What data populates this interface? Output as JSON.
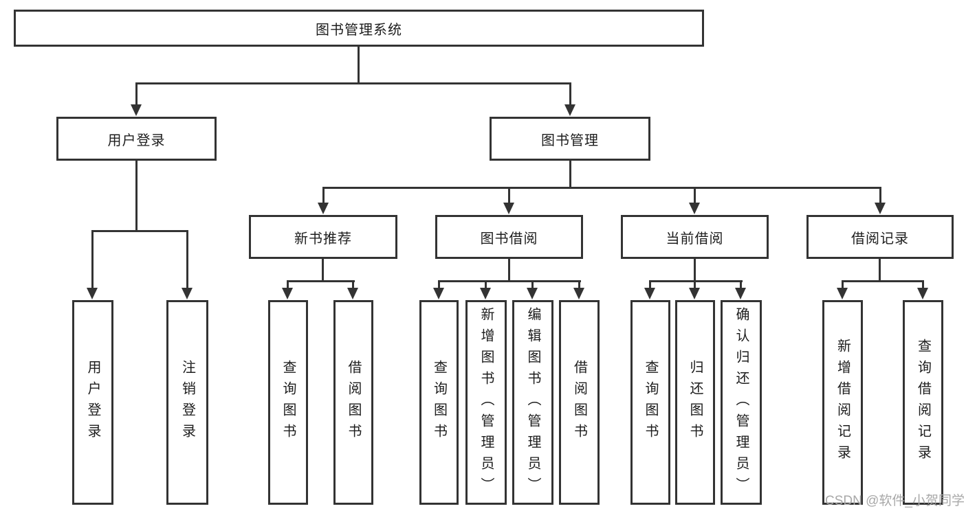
{
  "diagram": {
    "type": "hierarchy",
    "orientation": "top-down"
  },
  "tree": {
    "root": {
      "label": "图书管理系统",
      "children": [
        {
          "label": "用户登录",
          "children": [
            {
              "label": "用户登录"
            },
            {
              "label": "注销登录"
            }
          ]
        },
        {
          "label": "图书管理",
          "children": [
            {
              "label": "新书推荐",
              "children": [
                {
                  "label": "查询图书"
                },
                {
                  "label": "借阅图书"
                }
              ]
            },
            {
              "label": "图书借阅",
              "children": [
                {
                  "label": "查询图书"
                },
                {
                  "label": "新增图书（管理员）"
                },
                {
                  "label": "编辑图书（管理员）"
                },
                {
                  "label": "借阅图书"
                }
              ]
            },
            {
              "label": "当前借阅",
              "children": [
                {
                  "label": "查询图书"
                },
                {
                  "label": "归还图书"
                },
                {
                  "label": "确认归还（管理员）"
                }
              ]
            },
            {
              "label": "借阅记录",
              "children": [
                {
                  "label": "新增借阅记录"
                },
                {
                  "label": "查询借阅记录"
                }
              ]
            }
          ]
        }
      ]
    }
  },
  "watermark": {
    "text": "CSDN @软件_小贺同学"
  },
  "colors": {
    "line": "#333333",
    "text": "#1d1d1d",
    "background": "#ffffff",
    "watermark": "#a8a8a8"
  }
}
